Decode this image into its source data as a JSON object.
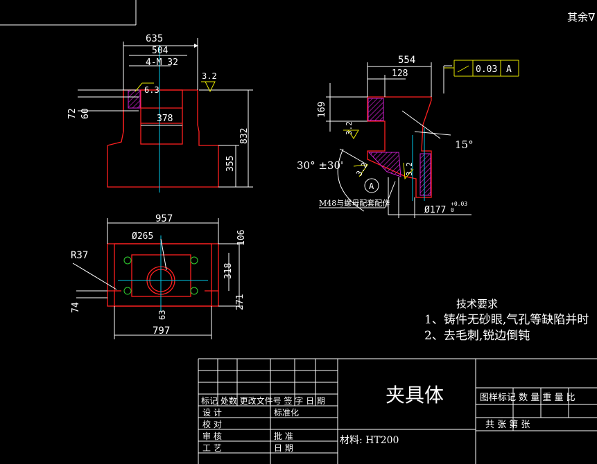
{
  "dims": {
    "d635": "635",
    "d504": "504",
    "d4m": "4-M 32",
    "d63": "6.3",
    "d32a": "3.2",
    "d72": "72",
    "d60": "60",
    "d378": "378",
    "d832": "832",
    "d355": "355",
    "d957": "957",
    "d265": "Ø265",
    "d106": "106",
    "d318": "318",
    "d271": "271",
    "r37": "R37",
    "d74": "74",
    "d797": "797",
    "d63b": "63",
    "d554": "554",
    "d128": "128",
    "d169": "169",
    "d32b": "3.2",
    "d32c": "3.2",
    "d32d": "3.2",
    "d15": "15°",
    "d30": "30° ±30'",
    "dA": "A",
    "d177": "Ø177",
    "d177tol": "+0.03",
    "d177tol0": "0",
    "m48": "M48与螺母配套配作",
    "fcf_val": "0.03",
    "fcf_ref": "A"
  },
  "corner_note": "其余∇",
  "tech": {
    "title": "技术要求",
    "line1": "1、铸件无砂眼,气孔等缺陷并时",
    "line2": "2、去毛刺,锐边倒钝"
  },
  "title_block": {
    "part_name": "夹具体",
    "row_header": "标记 处数 更改文件号 签  字  日  期",
    "design": "设   计",
    "standard": "标准化",
    "check": "校   对",
    "review": "审   核",
    "approve": "批   准",
    "process": "工   艺",
    "date": "日   期",
    "material": "材料: HT200",
    "right_header": "图样标记  数  量  重  量  比",
    "sheets": "共    张    第    张"
  }
}
